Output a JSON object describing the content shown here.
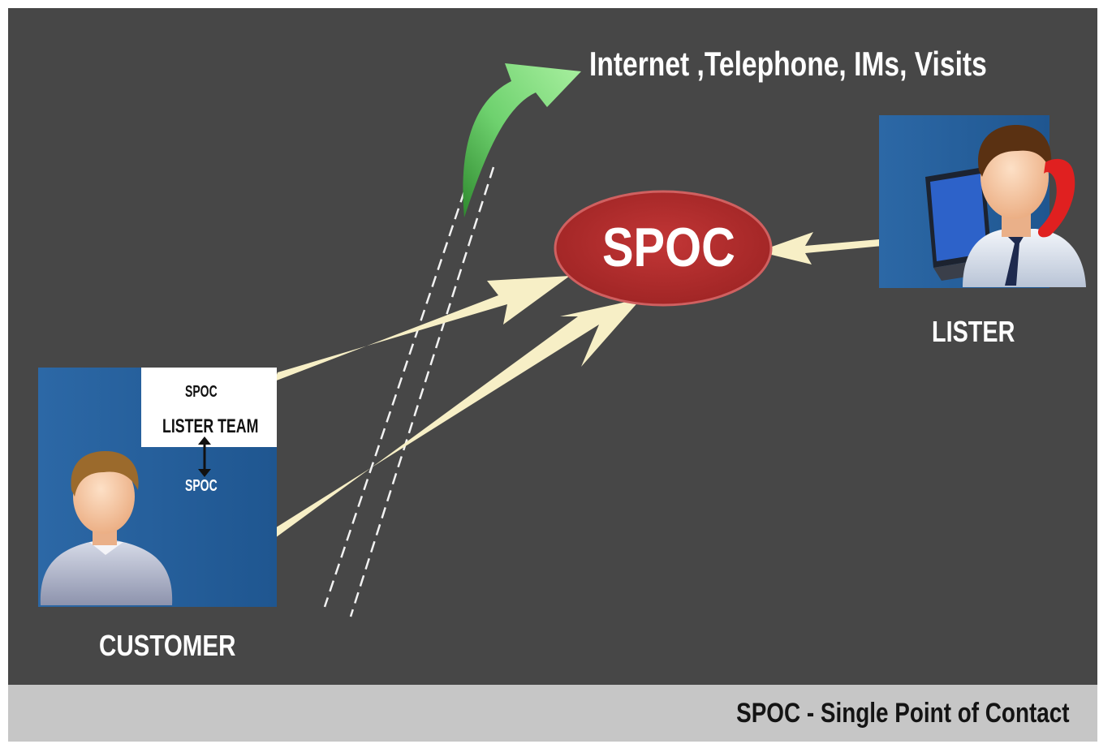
{
  "diagram": {
    "channels_label": "Internet ,Telephone,  IMs, Visits",
    "center_node": "SPOC",
    "lister": {
      "label": "LISTER"
    },
    "customer": {
      "label": "CUSTOMER",
      "card_top": "SPOC",
      "card_middle": "LISTER TEAM",
      "card_bottom": "SPOC"
    },
    "footer": "SPOC - Single Point of Contact"
  },
  "colors": {
    "background": "#474747",
    "footer_bar": "#c6c6c6",
    "spoc_ellipse": "#b22d2d",
    "arrows": "#f7efc6",
    "green_arrow": "#7fe07f",
    "tile_blue": "#2a66a3"
  },
  "icons": [
    "customer-person-icon",
    "lister-person-with-laptop-and-phone-icon",
    "double-headed-arrow-icon"
  ]
}
